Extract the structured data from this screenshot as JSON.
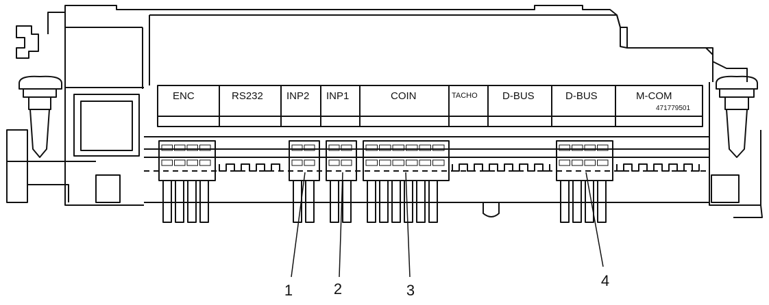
{
  "labels": [
    "ENC",
    "RS232",
    "INP2",
    "INP1",
    "COIN",
    "TACHO",
    "D-BUS",
    "D-BUS",
    "M-COM"
  ],
  "part_number": "471779501",
  "callouts": [
    "1",
    "2",
    "3",
    "4"
  ]
}
